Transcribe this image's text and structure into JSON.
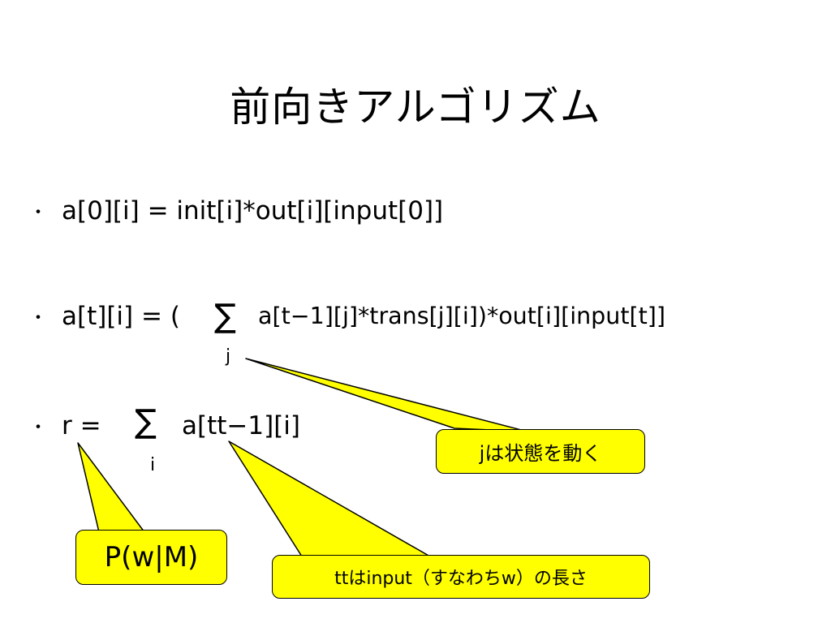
{
  "slide": {
    "title": "前向きアルゴリズム",
    "bullets": [
      {
        "marker": "・",
        "text": "a[0][i] = init[i]*out[i][input[0]]"
      },
      {
        "marker": "・",
        "prefix": "a[t][i] = (",
        "sigma": "∑",
        "sigma_index": "j",
        "suffix": "a[t−1][j]*trans[j][i])*out[i][input[t]]"
      },
      {
        "marker": "・",
        "prefix": "r =",
        "sigma": "∑",
        "sigma_index": "i",
        "suffix": "a[tt−1][i]"
      }
    ],
    "callouts": {
      "j_state": "jは状態を動く",
      "p_wm": "P(w|M)",
      "tt_length": "ttはinput（すなわちw）の長さ"
    },
    "colors": {
      "callout_fill": "#ffff00",
      "callout_border": "#000000",
      "text": "#000000",
      "background": "#ffffff"
    }
  }
}
